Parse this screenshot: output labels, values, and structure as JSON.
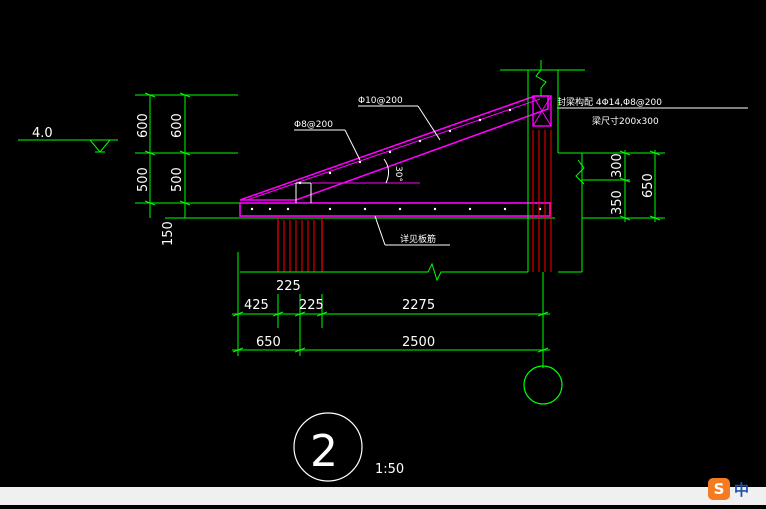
{
  "level_mark": "4.0",
  "left_dims": {
    "outer_top": "600",
    "outer_bottom": "500",
    "inner_top": "600",
    "inner_bottom": "500",
    "slab_thickness": "150"
  },
  "right_dims": {
    "upper": "300",
    "lower": "350",
    "total": "650"
  },
  "notes": {
    "rebar_main": "Φ10@200",
    "rebar_secondary": "Φ8@200",
    "angle": "30°",
    "beam_rebar": "封梁构配 4Φ14,Φ8@200",
    "beam_size": "梁尺寸200x300",
    "slab_note": "详见板筋"
  },
  "bottom_dims": {
    "row1": [
      "425",
      "225",
      "2275"
    ],
    "row2": [
      "650",
      "2500"
    ],
    "col_width": "225"
  },
  "callout": {
    "number": "2",
    "scale": "1:50"
  },
  "taskbar": {
    "ime_logo": "S",
    "ime_mode": "中"
  },
  "colors": {
    "line": "#00ff00",
    "concrete": "#ff00ff",
    "column_hatch": "#ff0000",
    "text": "#ffffff"
  }
}
